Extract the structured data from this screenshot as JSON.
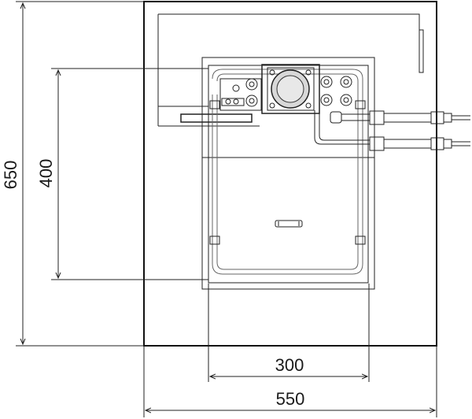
{
  "drawing": {
    "dimensions": {
      "total_height": "650",
      "inner_height": "400",
      "inner_width": "300",
      "total_width": "550"
    },
    "colors": {
      "line": "#222222",
      "frame": "#111111"
    }
  }
}
